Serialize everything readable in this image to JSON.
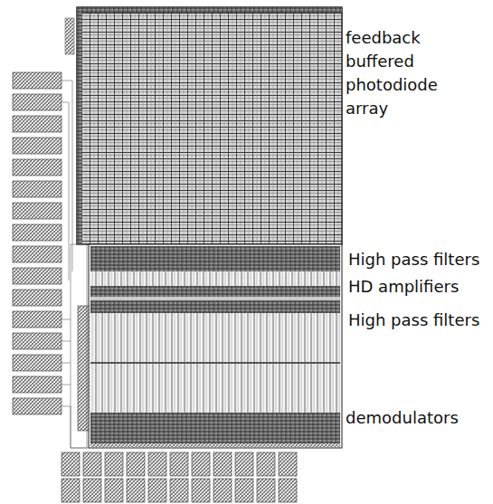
{
  "diagram": {
    "labels": [
      "feedback buffered photodiode array",
      "High pass filters",
      "HD amplifiers",
      "High pass filters",
      "demodulators"
    ]
  }
}
